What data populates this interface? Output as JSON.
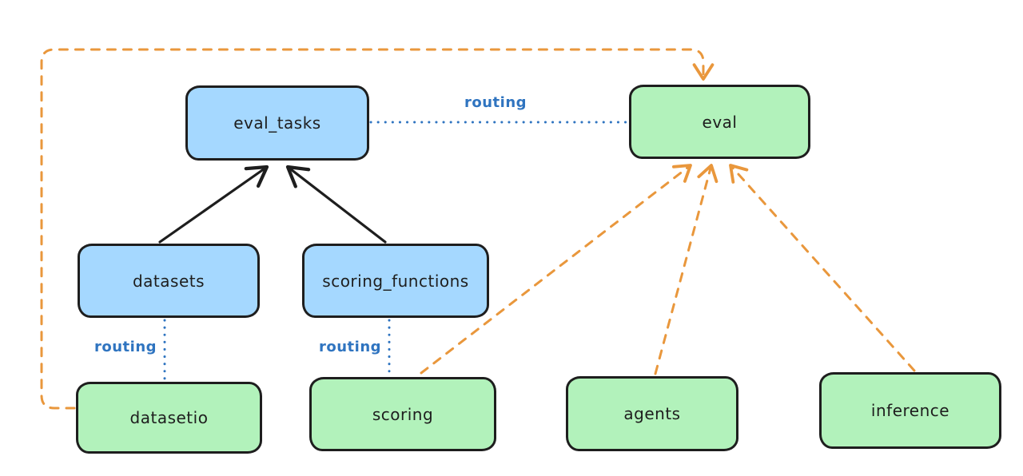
{
  "diagram": {
    "nodes": {
      "eval_tasks": {
        "label": "eval_tasks",
        "kind": "resource"
      },
      "eval": {
        "label": "eval",
        "kind": "api"
      },
      "datasets": {
        "label": "datasets",
        "kind": "resource"
      },
      "scoring_functions": {
        "label": "scoring_functions",
        "kind": "resource"
      },
      "datasetio": {
        "label": "datasetio",
        "kind": "api"
      },
      "scoring": {
        "label": "scoring",
        "kind": "api"
      },
      "agents": {
        "label": "agents",
        "kind": "api"
      },
      "inference": {
        "label": "inference",
        "kind": "api"
      }
    },
    "edges": [
      {
        "from": "datasets",
        "to": "eval_tasks",
        "style": "solid-arrow",
        "color": "black"
      },
      {
        "from": "scoring_functions",
        "to": "eval_tasks",
        "style": "solid-arrow",
        "color": "black"
      },
      {
        "from": "eval_tasks",
        "to": "eval",
        "style": "dotted-line",
        "color": "blue",
        "label": "routing"
      },
      {
        "from": "datasets",
        "to": "datasetio",
        "style": "dotted-line",
        "color": "blue",
        "label": "routing"
      },
      {
        "from": "scoring_functions",
        "to": "scoring",
        "style": "dotted-line",
        "color": "blue",
        "label": "routing"
      },
      {
        "from": "datasetio",
        "to": "eval",
        "style": "dashed-arrow",
        "color": "orange"
      },
      {
        "from": "scoring",
        "to": "eval",
        "style": "dashed-arrow",
        "color": "orange"
      },
      {
        "from": "agents",
        "to": "eval",
        "style": "dashed-arrow",
        "color": "orange"
      },
      {
        "from": "inference",
        "to": "eval",
        "style": "dashed-arrow",
        "color": "orange"
      }
    ],
    "colors": {
      "resource_fill": "#a5d8ff",
      "api_fill": "#b2f2bb",
      "stroke": "#1e1e1e",
      "routing_blue": "#2f74c0",
      "dependency_orange": "#e9973c",
      "background": "#ffffff"
    }
  }
}
